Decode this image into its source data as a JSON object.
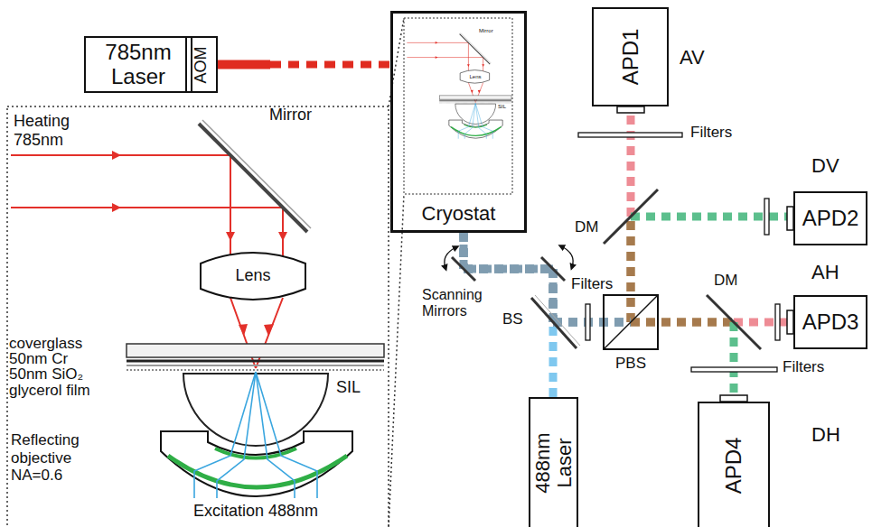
{
  "diagram": {
    "nodes": [
      {
        "text": [
          "785nm Laser"
        ]
      },
      {
        "text": [
          "AOM"
        ]
      },
      {
        "text": [
          "Cryostat"
        ]
      },
      {
        "text": [
          "APD1"
        ]
      },
      {
        "text": [
          "APD2"
        ]
      },
      {
        "text": [
          "APD3"
        ]
      },
      {
        "text": [
          "APD4"
        ]
      },
      {
        "text": [
          "488nm Laser"
        ]
      }
    ],
    "edges": [
      {
        "from": 1,
        "to": 2,
        "arrow": "none"
      },
      {
        "from": 7,
        "to": 2,
        "arrow": "none"
      },
      {
        "from": 2,
        "to": 3,
        "arrow": "none"
      },
      {
        "from": 2,
        "to": 4,
        "arrow": "none"
      },
      {
        "from": 2,
        "to": 5,
        "arrow": "none"
      },
      {
        "from": 2,
        "to": 6,
        "arrow": "none"
      }
    ],
    "labels": [
      "Heating 785nm",
      "Mirror",
      "Lens",
      "coverglass",
      "50nm Cr",
      "50nm SiO₂",
      "glycerol film",
      "SIL",
      "Reflecting objective NA=0.6",
      "Excitation 488nm",
      "Mirror",
      "Lens",
      "SIL",
      "AV",
      "Filters",
      "DV",
      "DM",
      "Scanning Mirrors",
      "Filters",
      "AH",
      "DM",
      "BS",
      "PBS",
      "Filters",
      "DH"
    ]
  }
}
